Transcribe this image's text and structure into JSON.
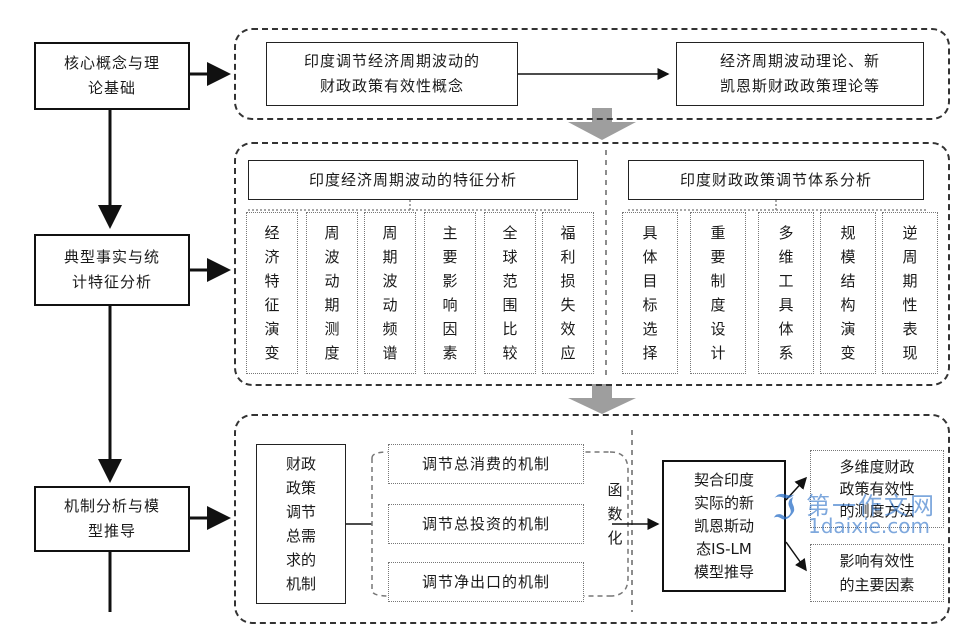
{
  "left_column": [
    {
      "label": "核心概念与理\n论基础"
    },
    {
      "label": "典型事实与统\n计特征分析"
    },
    {
      "label": "机制分析与模\n型推导"
    }
  ],
  "section1": {
    "concept": "印度调节经济周期波动的\n财政政策有效性概念",
    "theory": "经济周期波动理论、新\n凯恩斯财政政策理论等"
  },
  "section2": {
    "left_title": "印度经济周期波动的特征分析",
    "right_title": "印度财政政策调节体系分析",
    "left_items": [
      "经\n济\n特\n征\n演\n变",
      "周\n波\n动\n期\n测\n度",
      "周\n期\n波\n动\n频\n谱",
      "主\n要\n影\n响\n因\n素",
      "全\n球\n范\n围\n比\n较",
      "福\n利\n损\n失\n效\n应"
    ],
    "right_items": [
      "具\n体\n目\n标\n选\n择",
      "重\n要\n制\n度\n设\n计",
      "多\n维\n工\n具\n体\n系",
      "规\n模\n结\n构\n演\n变",
      "逆\n周\n期\n性\n表\n现"
    ]
  },
  "section3": {
    "mechanism": "财政\n政策\n调节\n总需\n求的\n机制",
    "sub": [
      "调节总消费的机制",
      "调节总投资的机制",
      "调节净出口的机制"
    ],
    "functionize": "函\n数\n化",
    "model": "契合印度\n实际的新\n凯恩斯动\n态IS-LM\n模型推导",
    "outcome1": "多维度财政\n政策有效性\n的测度方法",
    "outcome2": "影响有效性\n的主要因素"
  },
  "watermark": {
    "cn": "第一作文网",
    "en": "1daixie.com"
  },
  "colors": {
    "arrow_gray": "#9e9e9e",
    "watermark": "#2a6fc7"
  }
}
